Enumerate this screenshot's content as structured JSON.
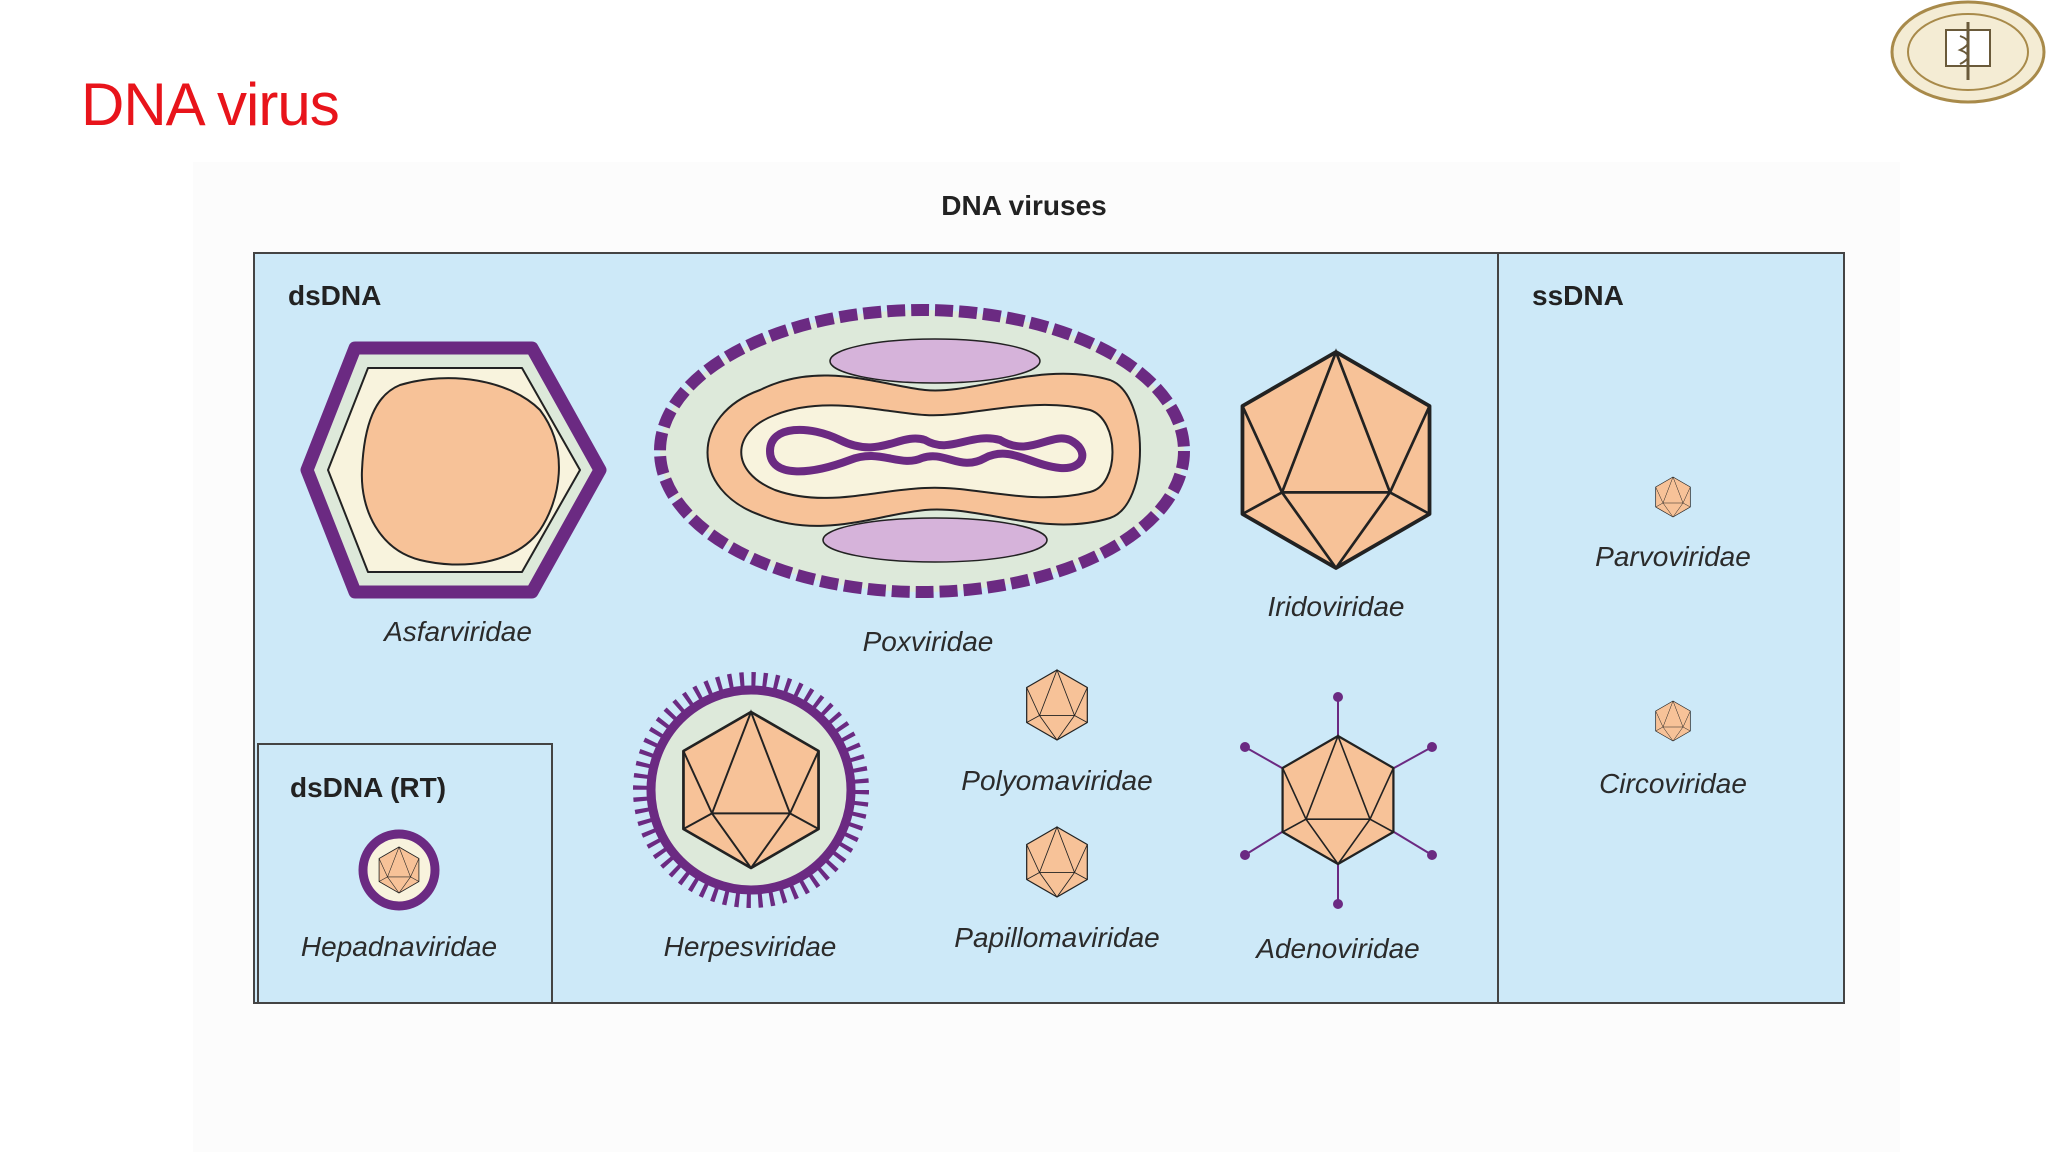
{
  "slide": {
    "title": "DNA virus"
  },
  "logo": {
    "name": "medical-college-seal"
  },
  "diagram": {
    "title": "DNA viruses",
    "groups": {
      "dsdna": "dsDNA",
      "ssdna": "ssDNA",
      "dsdna_rt": "dsDNA (RT)"
    },
    "families": {
      "asfarviridae": "Asfarviridae",
      "poxviridae": "Poxviridae",
      "iridoviridae": "Iridoviridae",
      "herpesviridae": "Herpesviridae",
      "polyomaviridae": "Polyomaviridae",
      "papillomaviridae": "Papillomaviridae",
      "adenoviridae": "Adenoviridae",
      "hepadnaviridae": "Hepadnaviridae",
      "parvoviridae": "Parvoviridae",
      "circoviridae": "Circoviridae"
    },
    "colors": {
      "box_fill": "#cde9f8",
      "capsid": "#f7c298",
      "envelope": "#6b2a82",
      "inner_layer": "#dde9da",
      "cream": "#f8f3dd",
      "lateral_body": "#d6b3da",
      "title_red": "#e8141b"
    }
  }
}
